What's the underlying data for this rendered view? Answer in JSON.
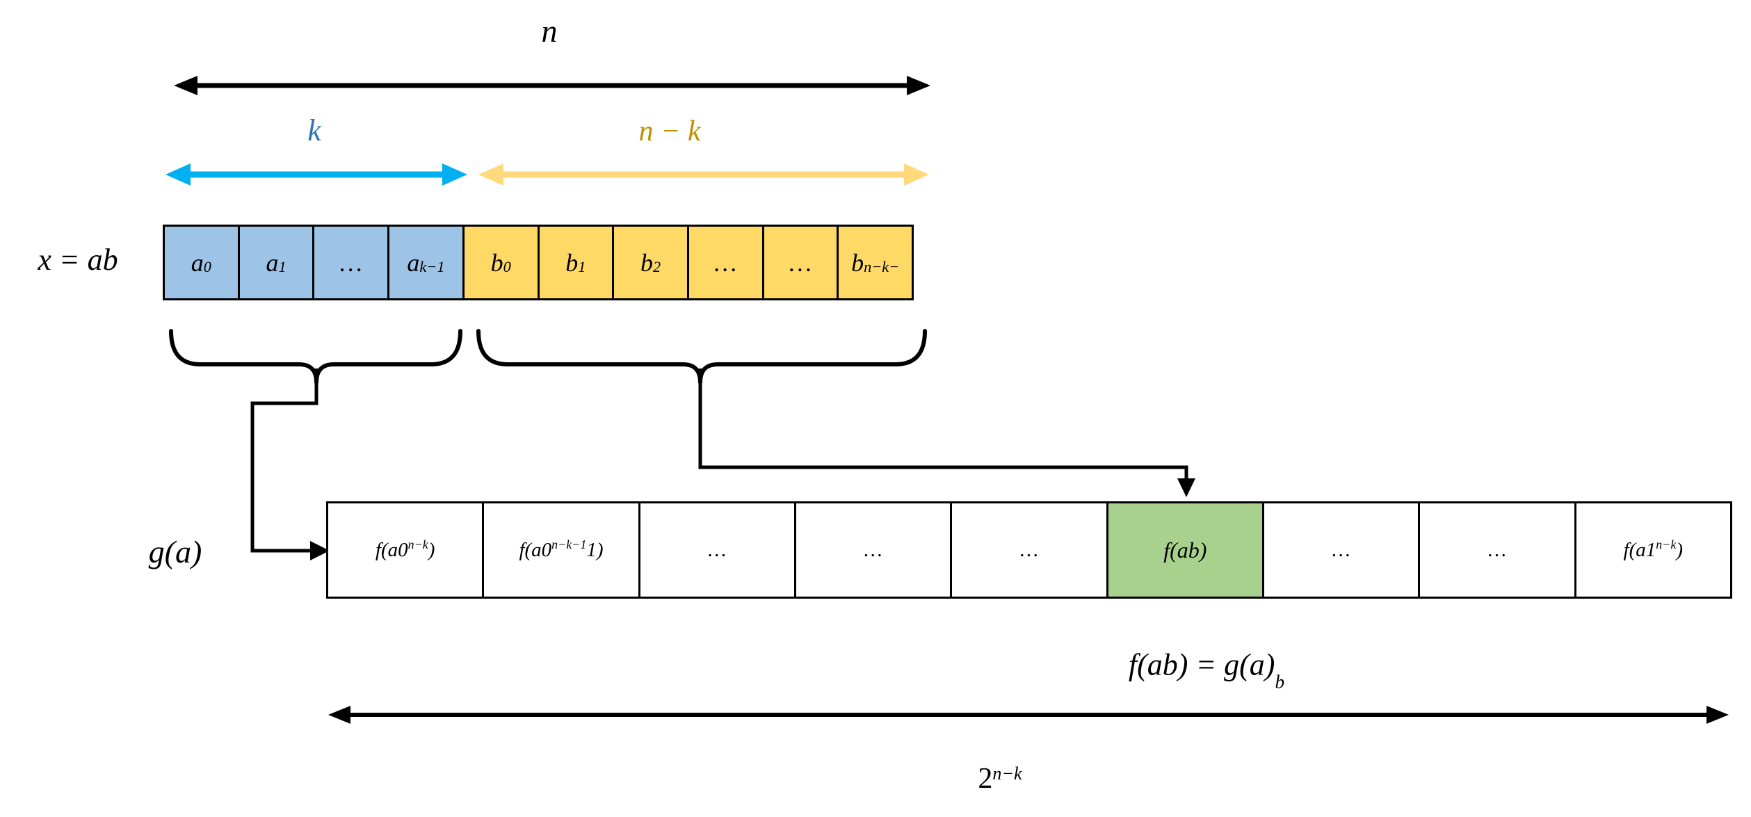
{
  "labels": {
    "n_span": "n",
    "k_span": "k",
    "nk_span": "n − k",
    "x_equation": "x = ab",
    "g_label": "g(a)",
    "result_equation": {
      "main": "f(ab) = g(a)",
      "sub": "b"
    },
    "size_power": {
      "base": "2",
      "sup": "n−k"
    }
  },
  "bit_row": {
    "cells": [
      {
        "base": "a",
        "sub": "0"
      },
      {
        "base": "a",
        "sub": "1"
      },
      {
        "base": "…",
        "sub": ""
      },
      {
        "base": "a",
        "sub": "k−1"
      },
      {
        "base": "b",
        "sub": "0"
      },
      {
        "base": "b",
        "sub": "1"
      },
      {
        "base": "b",
        "sub": "2"
      },
      {
        "base": "…",
        "sub": ""
      },
      {
        "base": "…",
        "sub": ""
      },
      {
        "base": "b",
        "sub": "n−k−"
      }
    ]
  },
  "g_row": {
    "cells": [
      {
        "pre": "f(a0",
        "sup": "n−k",
        "post": ")"
      },
      {
        "pre": "f(a0",
        "sup": "n−k−1",
        "post": "1)"
      },
      {
        "pre": "…",
        "sup": "",
        "post": ""
      },
      {
        "pre": "…",
        "sup": "",
        "post": ""
      },
      {
        "pre": "…",
        "sup": "",
        "post": ""
      },
      {
        "pre": "f(ab)",
        "sup": "",
        "post": ""
      },
      {
        "pre": "…",
        "sup": "",
        "post": ""
      },
      {
        "pre": "…",
        "sup": "",
        "post": ""
      },
      {
        "pre": "f(a1",
        "sup": "n−k",
        "post": ")"
      }
    ]
  },
  "colors": {
    "ink": "#000000",
    "a-fill": "#9DC3E6",
    "b-fill": "#FFD966",
    "highlight-fill": "#A9D18E",
    "k-label": "#2E75B6",
    "k-arrow": "#00B0F0",
    "nk-label": "#BF9000",
    "nk-arrow": "#FFD97C",
    "bg": "#FFFFFF"
  }
}
